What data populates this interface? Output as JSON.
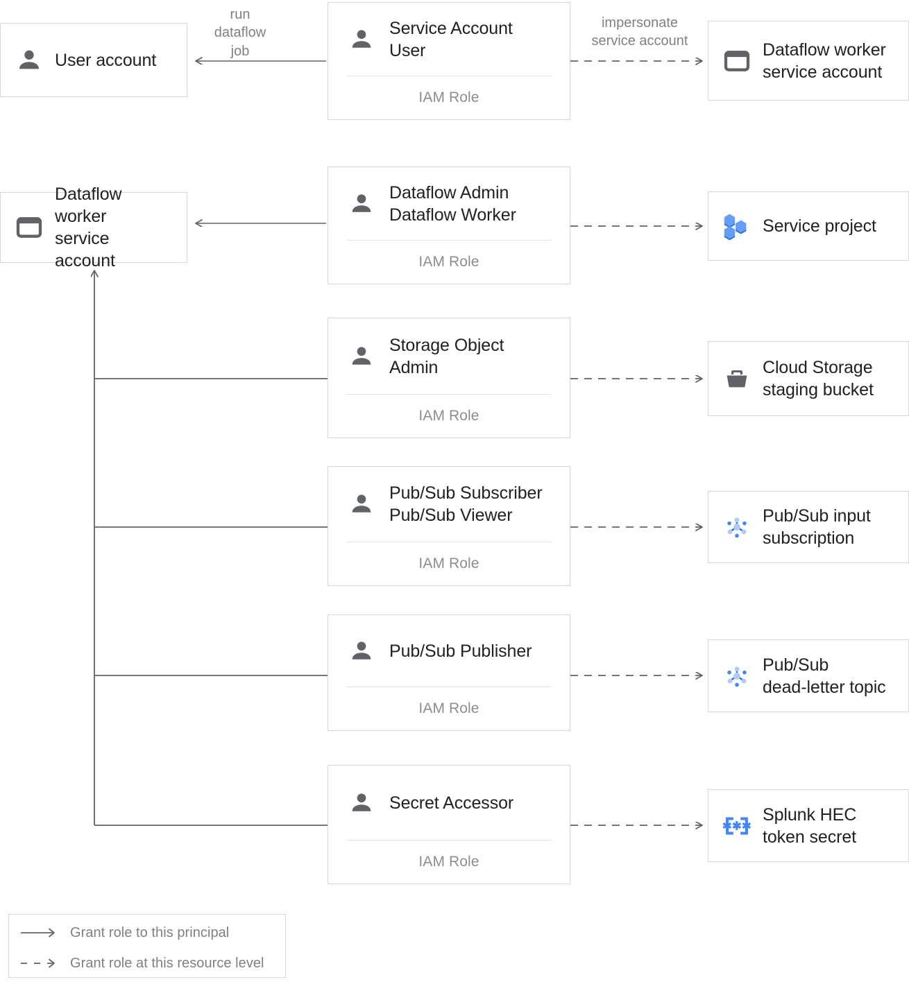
{
  "diagram": {
    "title": "Dataflow IAM roles and resource access",
    "colors": {
      "box_border": "#d6d6d6",
      "edge": "#5f6368",
      "icon_dark": "#5f6368",
      "icon_blue": "#4285f4",
      "icon_blue_light": "#aecbfa",
      "text_primary": "#202124",
      "text_muted": "#7d8084"
    },
    "principals": [
      {
        "id": "user-account",
        "icon": "person-icon",
        "label": "User account"
      },
      {
        "id": "dataflow-worker-service-account-left",
        "icon": "service-account-icon",
        "label": "Dataflow worker\nservice account"
      }
    ],
    "role_cards": [
      {
        "id": "service-account-user",
        "icon": "person-icon",
        "roles": "Service Account User",
        "footer": "IAM Role"
      },
      {
        "id": "dataflow-admin-worker",
        "icon": "person-icon",
        "roles": "Dataflow Admin\nDataflow Worker",
        "footer": "IAM Role"
      },
      {
        "id": "storage-object-admin",
        "icon": "person-icon",
        "roles": "Storage Object Admin",
        "footer": "IAM Role"
      },
      {
        "id": "pubsub-subscriber-viewer",
        "icon": "person-icon",
        "roles": "Pub/Sub Subscriber\nPub/Sub Viewer",
        "footer": "IAM Role"
      },
      {
        "id": "pubsub-publisher",
        "icon": "person-icon",
        "roles": "Pub/Sub Publisher",
        "footer": "IAM Role"
      },
      {
        "id": "secret-accessor",
        "icon": "person-icon",
        "roles": "Secret Accessor",
        "footer": "IAM Role"
      }
    ],
    "resources": [
      {
        "id": "dataflow-worker-service-account-right",
        "icon": "service-account-icon",
        "label": "Dataflow worker\nservice account"
      },
      {
        "id": "service-project",
        "icon": "project-hexagons-icon",
        "label": "Service project"
      },
      {
        "id": "cloud-storage-staging-bucket",
        "icon": "cloud-storage-bucket-icon",
        "label": "Cloud Storage\nstaging bucket"
      },
      {
        "id": "pubsub-input-subscription",
        "icon": "pubsub-icon",
        "label": "Pub/Sub input\nsubscription"
      },
      {
        "id": "pubsub-dead-letter-topic",
        "icon": "pubsub-icon",
        "label": "Pub/Sub\ndead-letter topic"
      },
      {
        "id": "splunk-hec-token-secret",
        "icon": "secret-manager-icon",
        "label": "Splunk HEC\ntoken secret"
      }
    ],
    "edge_captions": [
      {
        "id": "run-dataflow-job",
        "text": "run\ndataflow\njob"
      },
      {
        "id": "impersonate-service-account",
        "text": "impersonate\nservice account"
      }
    ],
    "legend": {
      "items": [
        {
          "id": "grant-role-to-principal",
          "glyph": "solid-arrow-icon",
          "text": "Grant role to this principal"
        },
        {
          "id": "grant-role-at-resource-level",
          "glyph": "dashed-arrow-icon",
          "text": "Grant role at this resource level"
        }
      ]
    }
  }
}
